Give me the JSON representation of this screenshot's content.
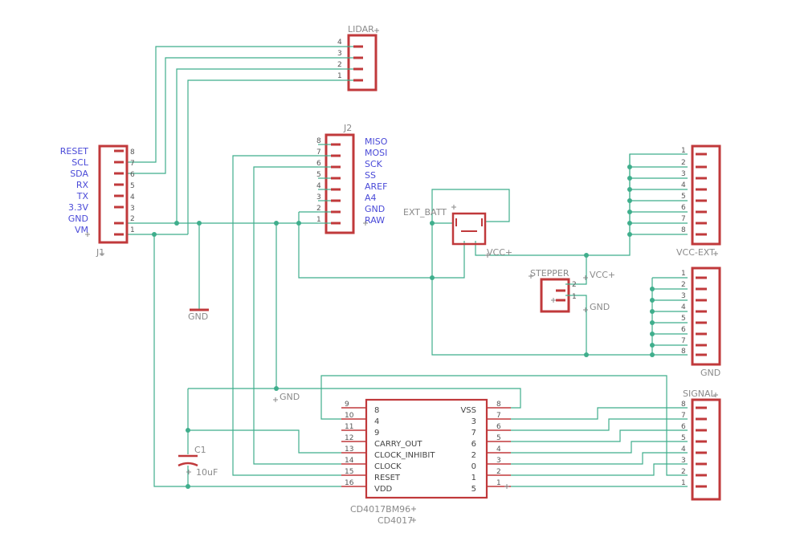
{
  "components": {
    "lidar": {
      "name": "LIDAR",
      "pins": [
        "4",
        "3",
        "2",
        "1"
      ]
    },
    "j1": {
      "name": "J1",
      "pins": [
        "8",
        "7",
        "6",
        "5",
        "4",
        "3",
        "2",
        "1"
      ],
      "labels": [
        "RESET",
        "SCL",
        "SDA",
        "RX",
        "TX",
        "3.3V",
        "GND",
        "VM"
      ]
    },
    "j2": {
      "name": "J2",
      "pins": [
        "8",
        "7",
        "6",
        "5",
        "4",
        "3",
        "2",
        "1"
      ],
      "labels": [
        "MISO",
        "MOSI",
        "SCK",
        "SS",
        "AREF",
        "A4",
        "GND",
        "RAW"
      ]
    },
    "ext_batt": {
      "name": "EXT_BATT"
    },
    "vcc_ext": {
      "name": "VCC-EXT",
      "pins": [
        "1",
        "2",
        "3",
        "4",
        "5",
        "6",
        "7",
        "8"
      ]
    },
    "gnd_header": {
      "name": "GND",
      "pins": [
        "1",
        "2",
        "3",
        "4",
        "5",
        "6",
        "7",
        "8"
      ]
    },
    "stepper": {
      "name": "STEPPER",
      "pins": [
        "2",
        "1"
      ]
    },
    "signal": {
      "name": "SIGNAL",
      "pins": [
        "8",
        "7",
        "6",
        "5",
        "4",
        "3",
        "2",
        "1"
      ]
    },
    "c1": {
      "name": "C1",
      "value": "10uF"
    },
    "cd4017": {
      "part": "CD4017BM96",
      "value": "CD4017",
      "left_pin_numbers": [
        "9",
        "10",
        "11",
        "12",
        "13",
        "14",
        "15",
        "16"
      ],
      "left_pin_names": [
        "8",
        "4",
        "9",
        "CARRY_OUT",
        "CLOCK_INHIBIT",
        "CLOCK",
        "RESET",
        "VDD"
      ],
      "right_pin_numbers": [
        "8",
        "7",
        "6",
        "5",
        "4",
        "3",
        "2",
        "1"
      ],
      "right_pin_names": [
        "VSS",
        "3",
        "7",
        "6",
        "2",
        "0",
        "1",
        "5"
      ]
    }
  },
  "nets": {
    "gnd_j1": "GND",
    "gnd_mid": "GND",
    "gnd_stepper": "GND",
    "vcc_batt": "VCC+",
    "vcc_stepper": "VCC+"
  },
  "colors": {
    "wire": "#3fae8c",
    "part": "#c0393b",
    "signal_label": "#4a4ad8",
    "name_label": "#8a8a8a"
  }
}
